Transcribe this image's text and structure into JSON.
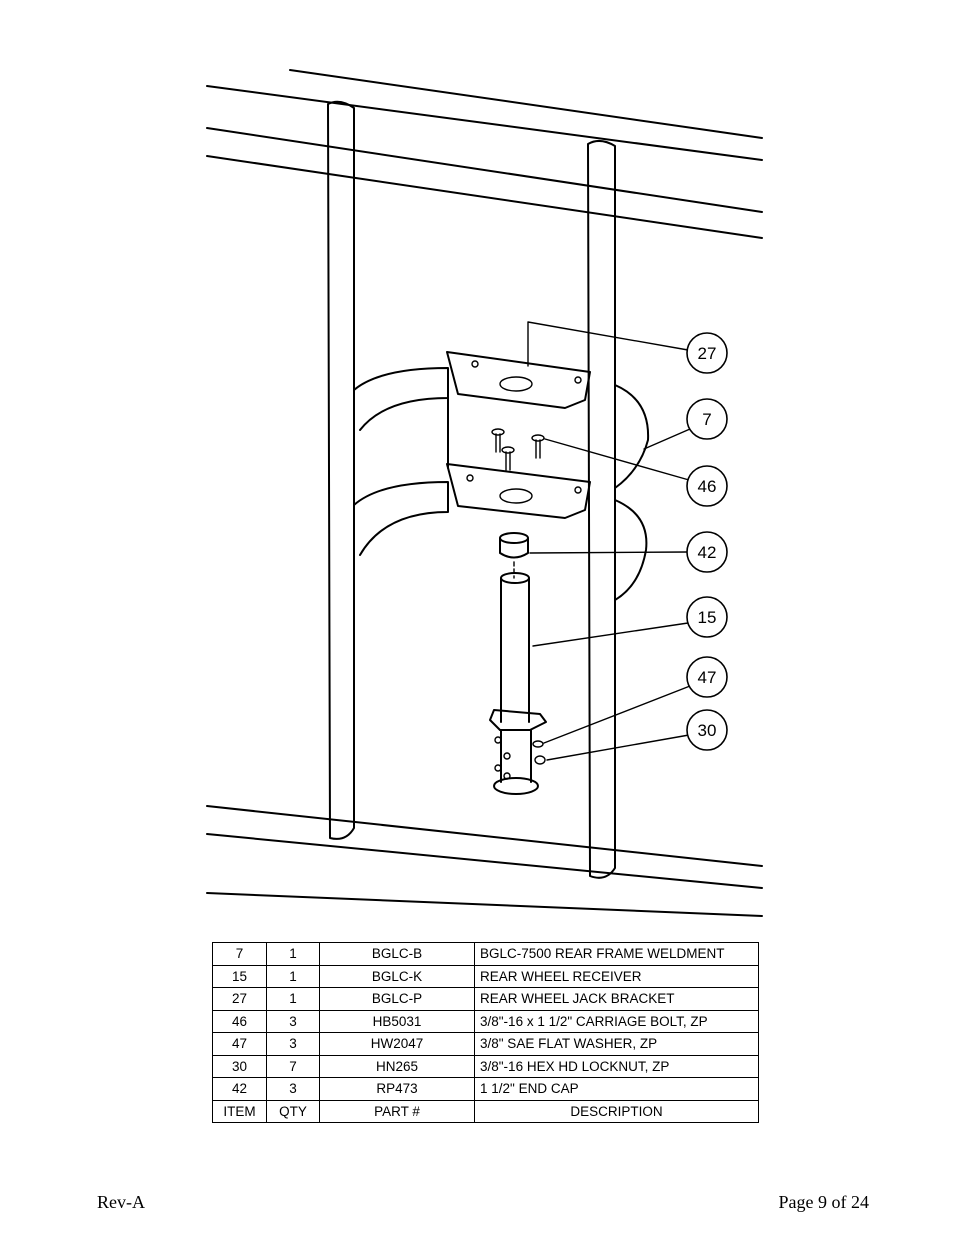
{
  "balloons": [
    {
      "label": "27"
    },
    {
      "label": "7"
    },
    {
      "label": "46"
    },
    {
      "label": "42"
    },
    {
      "label": "15"
    },
    {
      "label": "47"
    },
    {
      "label": "30"
    }
  ],
  "bom": {
    "rows": [
      {
        "item": "7",
        "qty": "1",
        "part": "BGLC-B",
        "description": "BGLC-7500 REAR FRAME WELDMENT"
      },
      {
        "item": "15",
        "qty": "1",
        "part": "BGLC-K",
        "description": "REAR WHEEL RECEIVER"
      },
      {
        "item": "27",
        "qty": "1",
        "part": "BGLC-P",
        "description": "REAR WHEEL JACK BRACKET"
      },
      {
        "item": "46",
        "qty": "3",
        "part": "HB5031",
        "description": "3/8\"-16 x 1 1/2\" CARRIAGE BOLT, ZP"
      },
      {
        "item": "47",
        "qty": "3",
        "part": "HW2047",
        "description": "3/8\" SAE FLAT WASHER, ZP"
      },
      {
        "item": "30",
        "qty": "7",
        "part": "HN265",
        "description": "3/8\"-16 HEX HD LOCKNUT, ZP"
      },
      {
        "item": "42",
        "qty": "3",
        "part": "RP473",
        "description": "1 1/2\" END CAP"
      }
    ],
    "header": {
      "item": "ITEM",
      "qty": "QTY",
      "part": "PART #",
      "description": "DESCRIPTION"
    }
  },
  "footer": {
    "revision": "Rev-A",
    "page": "Page 9 of 24"
  }
}
